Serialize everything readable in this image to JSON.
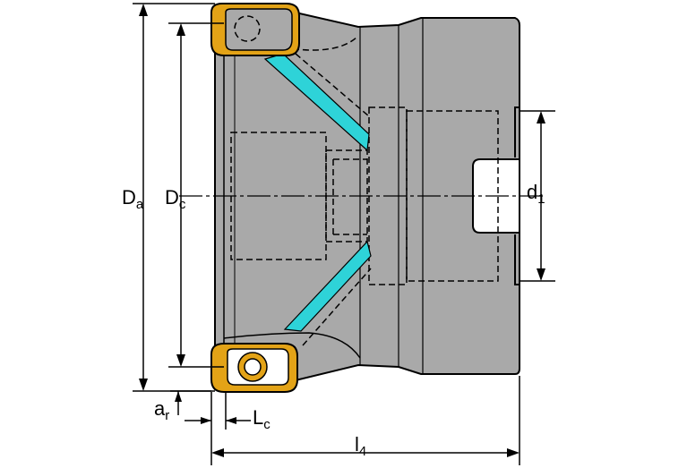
{
  "colors": {
    "body": "#a9a9a9",
    "body_dark": "#8f8f8f",
    "insert": "#e3a317",
    "insert_edge": "#000000",
    "coolant": "#2ed3d8",
    "outline": "#000000",
    "background": "#ffffff"
  },
  "labels": {
    "da_main": "D",
    "da_sub": "a",
    "dc_main": "D",
    "dc_sub": "c",
    "d1_main": "d",
    "d1_sub": "1",
    "ar_main": "a",
    "ar_sub": "r",
    "lc_main": "L",
    "lc_sub": "c",
    "l4_main": "l",
    "l4_sub": "4"
  },
  "icons": {
    "top_insert": "insert-top-icon",
    "bottom_insert": "insert-bottom-icon"
  }
}
